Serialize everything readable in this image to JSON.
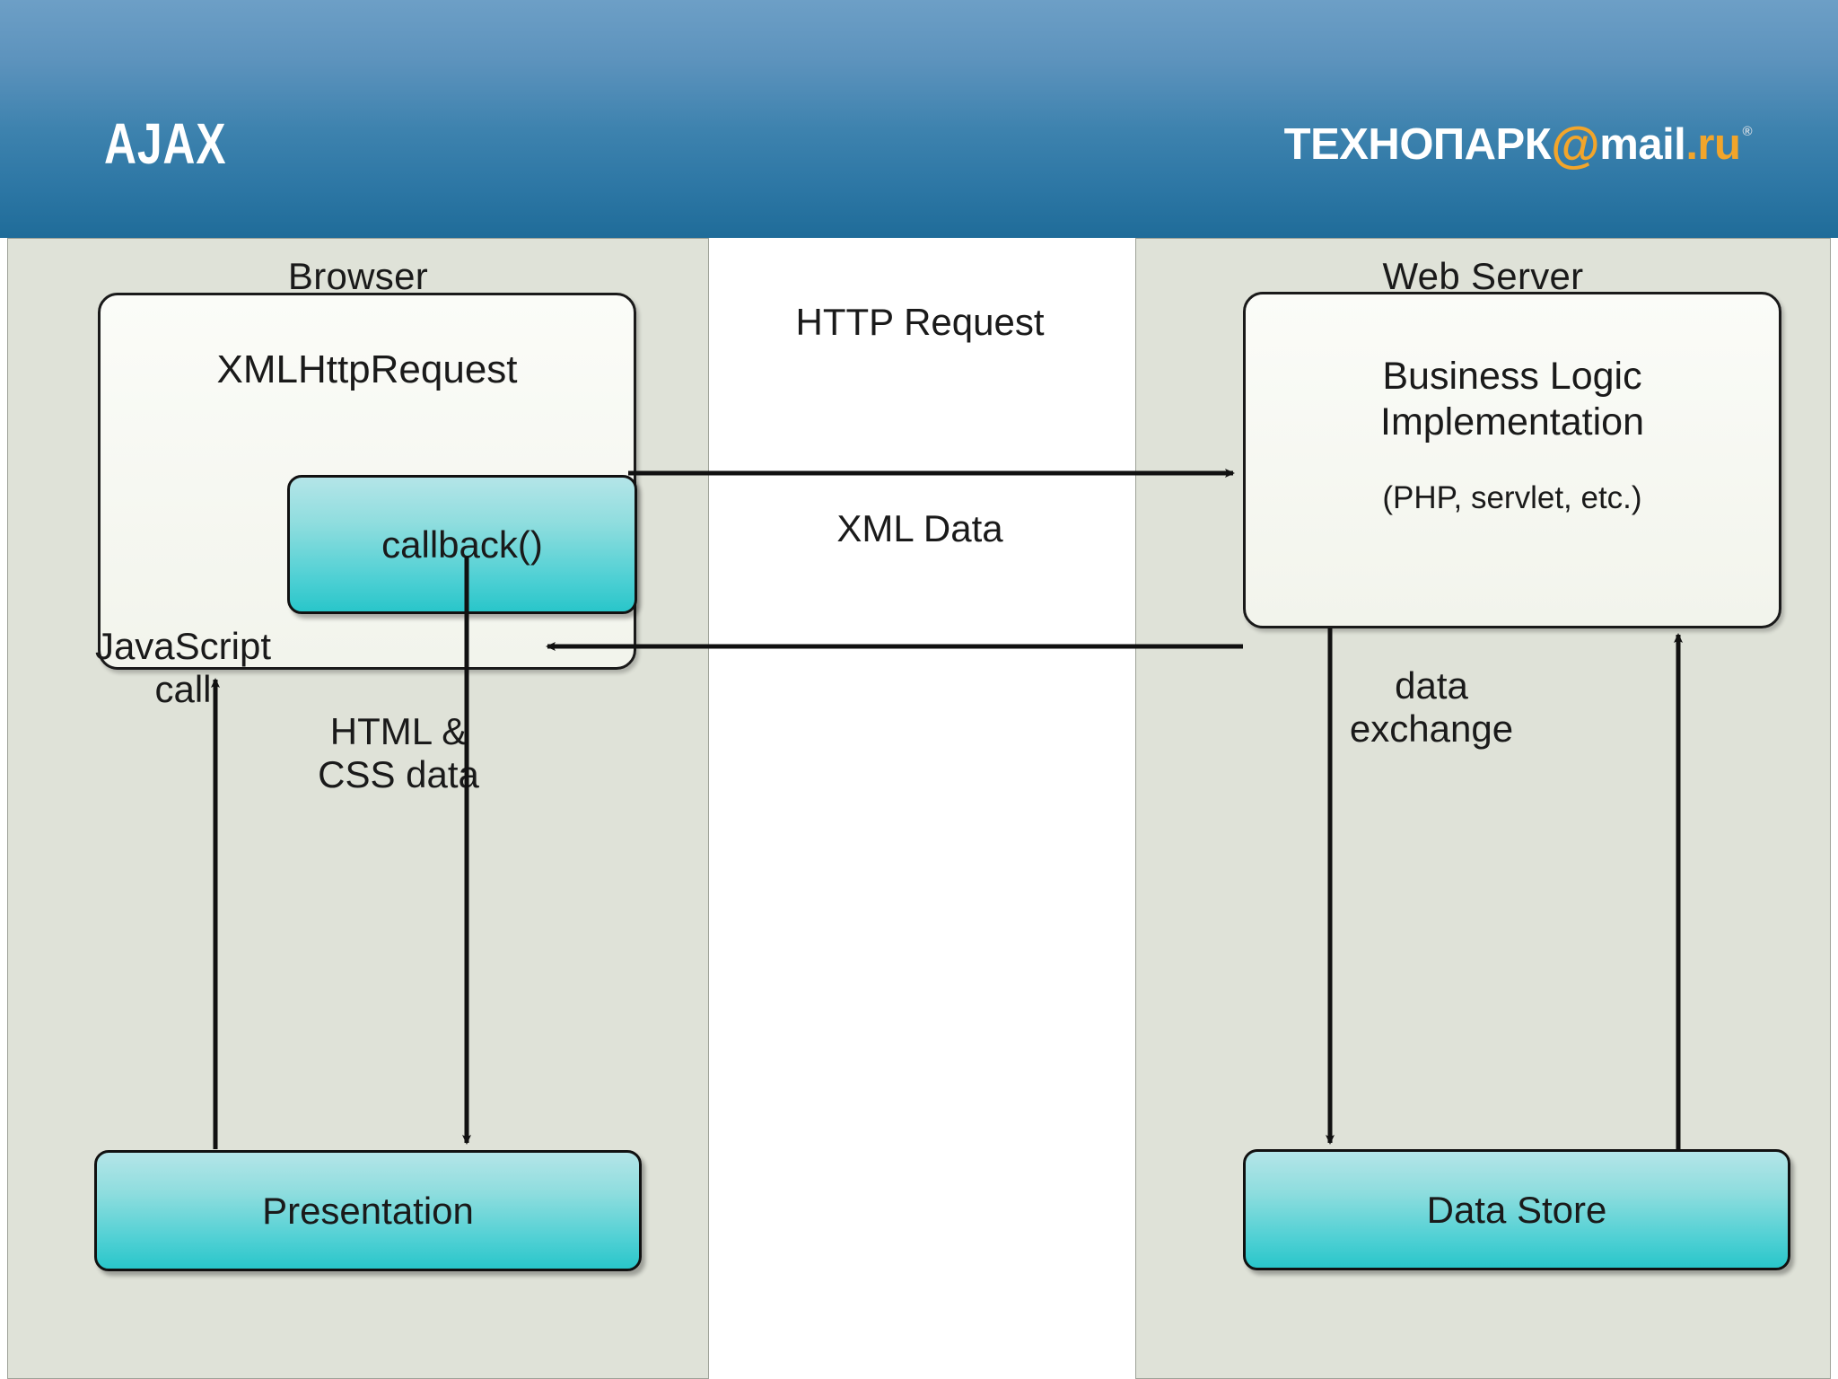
{
  "header": {
    "title": "AJAX",
    "logo": {
      "prefix": "ТЕХНОПАРК",
      "at": "@",
      "mail": "mail",
      "tld": ".ru",
      "registered": "®",
      "white_color": "#ffffff",
      "orange_color": "#f2a52b"
    },
    "gradient_top": "#6d9fc6",
    "gradient_bottom": "#1f6c99"
  },
  "zones": {
    "browser": {
      "title": "Browser",
      "background": "#dfe2d8"
    },
    "server": {
      "title": "Web Server",
      "background": "#dfe2d8"
    }
  },
  "boxes": {
    "xhr": {
      "label": "XMLHttpRequest"
    },
    "callback": {
      "label": "callback()",
      "fill": "#4fd0d4"
    },
    "presentation": {
      "label": "Presentation",
      "fill": "#4fd0d4"
    },
    "business_logic": {
      "label": "Business Logic\nImplementation",
      "sublabel": "(PHP, servlet, etc.)"
    },
    "data_store": {
      "label": "Data Store",
      "fill": "#4fd0d4"
    }
  },
  "edges": {
    "http_request": {
      "label": "HTTP Request",
      "direction": "browser-to-server"
    },
    "xml_data": {
      "label": "XML Data",
      "direction": "server-to-browser"
    },
    "javascript_call": {
      "label": "JavaScript\ncall",
      "direction": "presentation-to-xhr"
    },
    "html_css_data": {
      "label": "HTML &\nCSS data",
      "direction": "xhr-to-presentation"
    },
    "data_exchange": {
      "label": "data\nexchange",
      "direction": "bidirectional"
    }
  },
  "chart_data": {
    "type": "diagram",
    "title": "AJAX",
    "nodes": [
      {
        "id": "browser",
        "label": "Browser",
        "kind": "zone"
      },
      {
        "id": "xhr",
        "label": "XMLHttpRequest",
        "kind": "component",
        "parent": "browser"
      },
      {
        "id": "callback",
        "label": "callback()",
        "kind": "component",
        "parent": "xhr"
      },
      {
        "id": "presentation",
        "label": "Presentation",
        "kind": "component",
        "parent": "browser"
      },
      {
        "id": "server",
        "label": "Web Server",
        "kind": "zone"
      },
      {
        "id": "bizlogic",
        "label": "Business Logic Implementation (PHP, servlet, etc.)",
        "kind": "component",
        "parent": "server"
      },
      {
        "id": "datastore",
        "label": "Data Store",
        "kind": "component",
        "parent": "server"
      }
    ],
    "edges": [
      {
        "from": "xhr",
        "to": "bizlogic",
        "label": "HTTP Request"
      },
      {
        "from": "bizlogic",
        "to": "callback",
        "label": "XML Data"
      },
      {
        "from": "presentation",
        "to": "xhr",
        "label": "JavaScript call"
      },
      {
        "from": "callback",
        "to": "presentation",
        "label": "HTML & CSS data"
      },
      {
        "from": "bizlogic",
        "to": "datastore",
        "label": "data exchange"
      },
      {
        "from": "datastore",
        "to": "bizlogic",
        "label": "data exchange"
      }
    ]
  }
}
